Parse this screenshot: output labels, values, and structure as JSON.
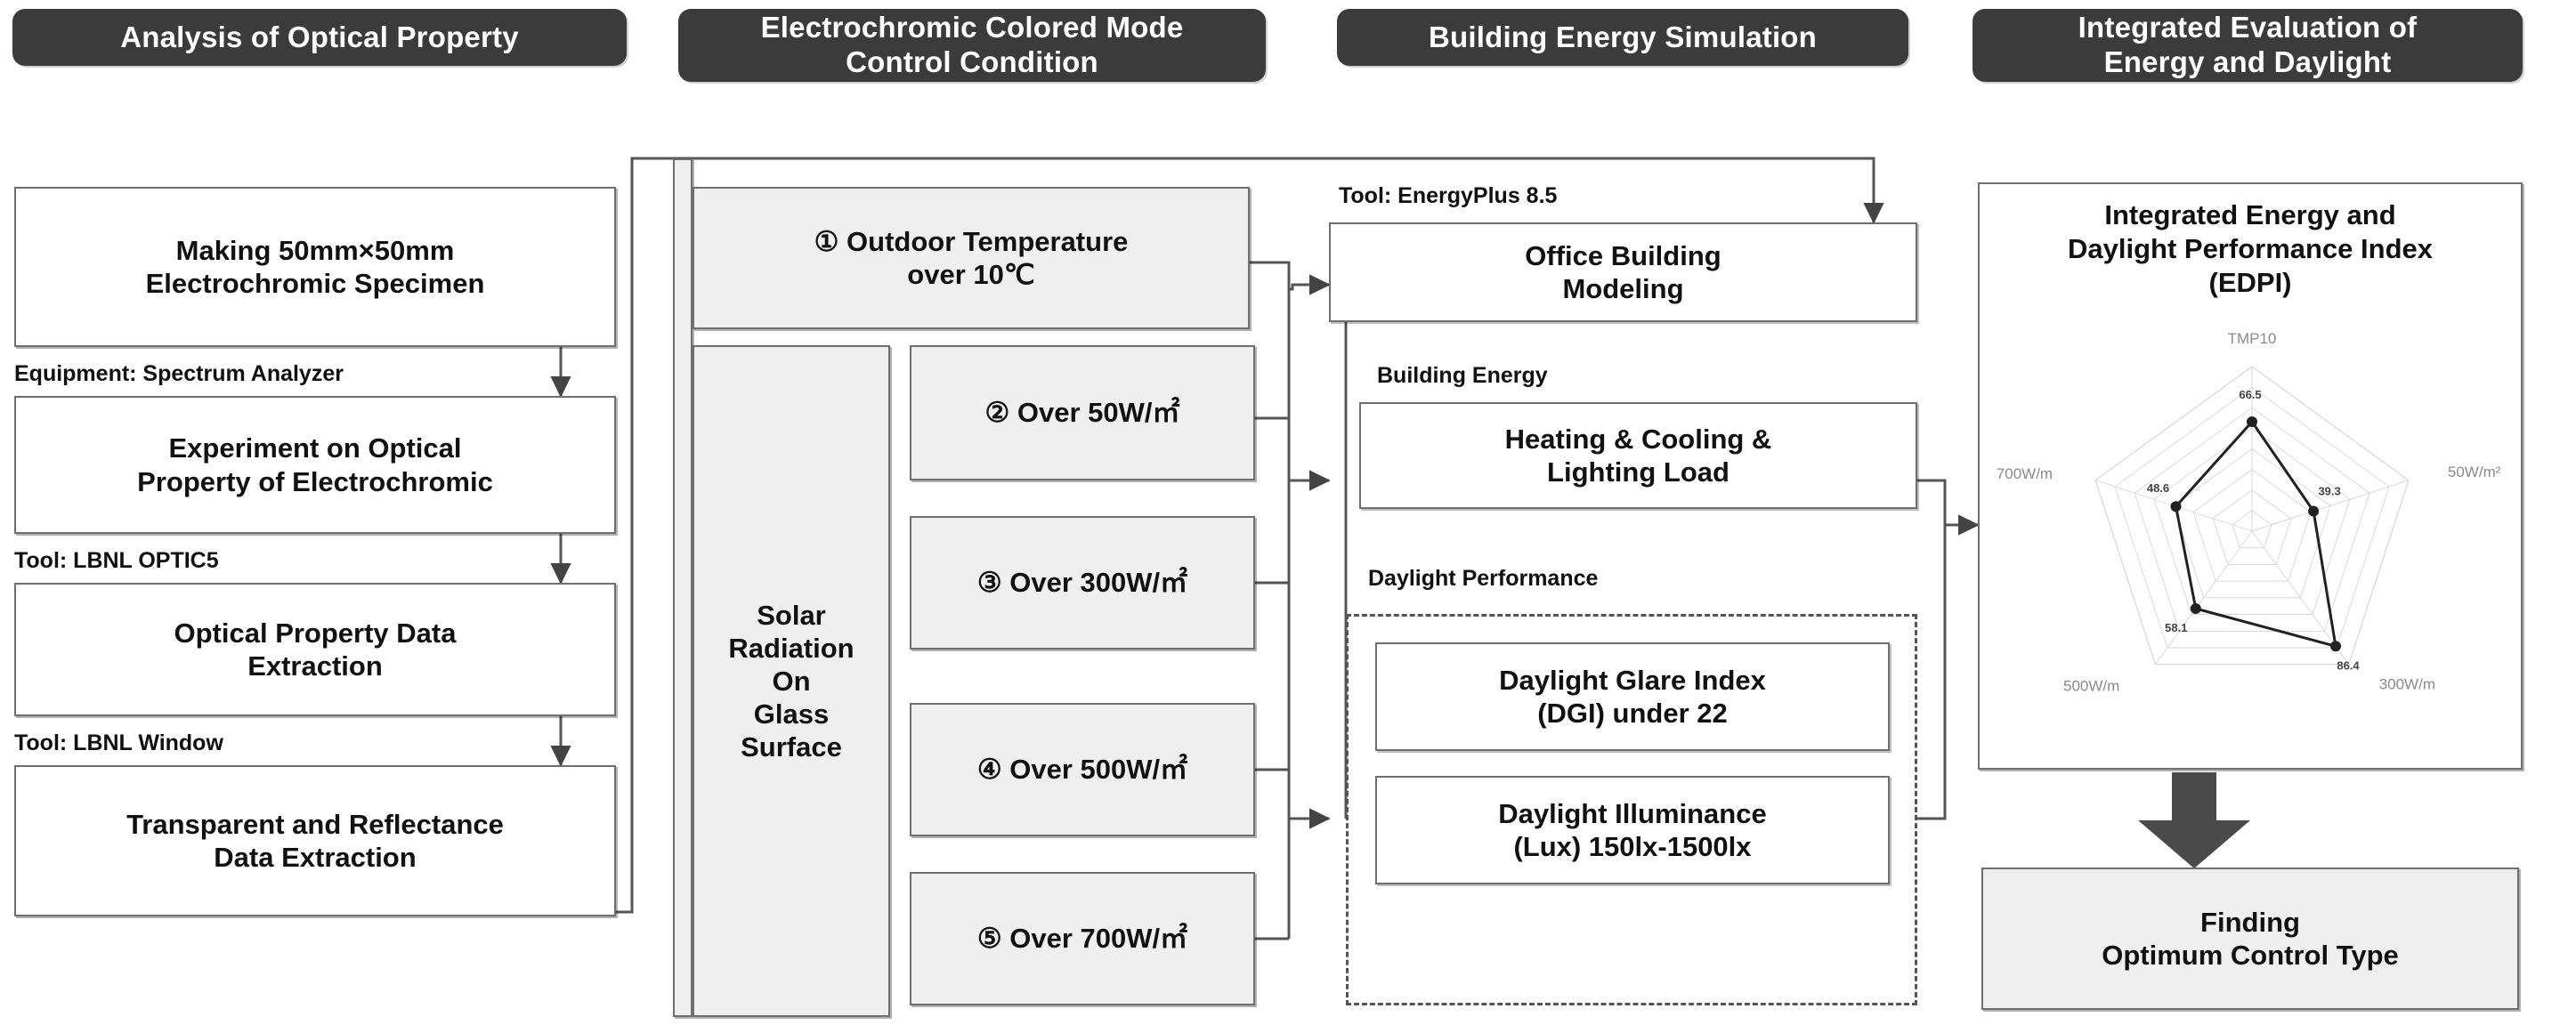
{
  "columns": [
    {
      "header": "Analysis of Optical Property",
      "steps": [
        "Making 50mm×50mm\nElectrochromic Specimen",
        "Experiment on Optical\nProperty of Electrochromic",
        "Optical Property Data\nExtraction",
        "Transparent and Reflectance\nData Extraction"
      ],
      "captions": [
        "Equipment: Spectrum Analyzer",
        "Tool: LBNL OPTIC5",
        "Tool: LBNL Window"
      ]
    },
    {
      "header": "Electrochromic Colored Mode\nControl Condition",
      "condition_1": "① Outdoor Temperature\nover 10℃",
      "solar_label": "Solar\nRadiation\nOn\nGlass\nSurface",
      "solar_conditions": [
        "② Over 50W/㎡",
        "③ Over 300W/㎡",
        "④ Over 500W/㎡",
        "⑤ Over 700W/㎡"
      ]
    },
    {
      "header": "Building Energy Simulation",
      "tool_caption": "Tool: EnergyPlus 8.5",
      "model_box": "Office Building\nModeling",
      "energy_caption": "Building Energy",
      "energy_box": "Heating & Cooling &\nLighting Load",
      "daylight_caption": "Daylight Performance",
      "daylight_boxes": [
        "Daylight Glare Index\n(DGI) under 22",
        "Daylight Illuminance\n(Lux) 150lx-1500lx"
      ]
    },
    {
      "header": "Integrated Evaluation of\nEnergy and Daylight",
      "index_title": "Integrated Energy and\nDaylight Performance Index\n(EDPI)",
      "result_box": "Finding\nOptimum Control Type"
    }
  ],
  "chart_data": {
    "type": "radar",
    "title": "Integrated Energy and Daylight Performance Index (EDPI)",
    "categories": [
      "TMP10",
      "50W/m²",
      "300W/m",
      "500W/m",
      "700W/m"
    ],
    "values": [
      66.5,
      39.3,
      86.4,
      58.1,
      48.6
    ],
    "value_labels": [
      "66.5",
      "39.3",
      "86.4",
      "58.1",
      "48.6"
    ],
    "rmin": 0,
    "rmax": 100,
    "rings": 8,
    "grid": true,
    "legend": "none",
    "series": [
      {
        "name": "EDPI",
        "values": [
          66.5,
          39.3,
          86.4,
          58.1,
          48.6
        ]
      }
    ]
  },
  "colors": {
    "header_bg": "#3b3b3b",
    "header_text": "#ffffff",
    "box_border": "#6e6e6e",
    "box_fill_white": "#ffffff",
    "box_fill_gray": "#efefef",
    "line": "#555555",
    "radar_line": "#222222",
    "radar_grid": "#d6d6d6",
    "arrow_fill": "#4a4a4a"
  }
}
